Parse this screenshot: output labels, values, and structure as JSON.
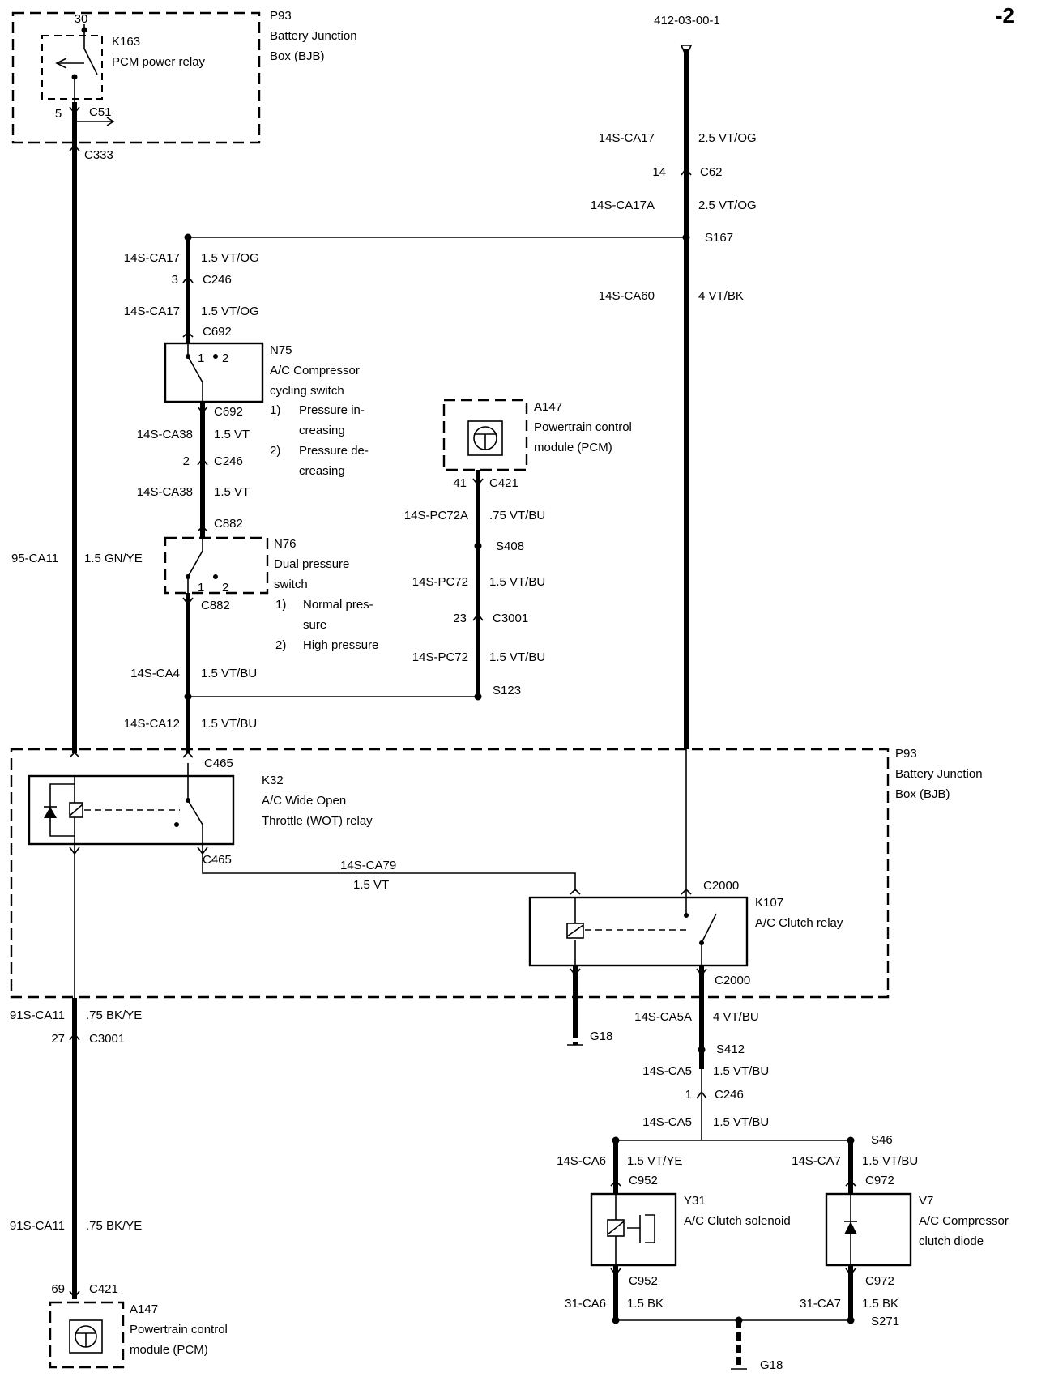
{
  "page_number": "-2",
  "reference": "412-03-00-1",
  "components": {
    "p93_top": {
      "id": "P93",
      "lines": [
        "Battery Junction",
        "Box (BJB)"
      ]
    },
    "k163": {
      "id": "K163",
      "lines": [
        "PCM power relay"
      ],
      "pins": {
        "in": "30",
        "out": "5"
      }
    },
    "n75": {
      "id": "N75",
      "lines": [
        "A/C Compressor",
        "cycling switch"
      ],
      "notes": [
        "1)",
        "Pressure in-",
        "creasing",
        "2)",
        "Pressure de-",
        "creasing"
      ],
      "terminals": [
        "1",
        "2"
      ]
    },
    "n76": {
      "id": "N76",
      "lines": [
        "Dual pressure",
        "switch"
      ],
      "notes": [
        "1)",
        "Normal pres-",
        "sure",
        "2)",
        "High pressure"
      ],
      "terminals": [
        "1",
        "2"
      ]
    },
    "a147_top": {
      "id": "A147",
      "lines": [
        "Powertrain control",
        "module (PCM)"
      ]
    },
    "p93_mid": {
      "id": "P93",
      "lines": [
        "Battery Junction",
        "Box (BJB)"
      ]
    },
    "k32": {
      "id": "K32",
      "lines": [
        "A/C Wide Open",
        "Throttle (WOT) relay"
      ]
    },
    "k107": {
      "id": "K107",
      "lines": [
        "A/C Clutch relay"
      ]
    },
    "y31": {
      "id": "Y31",
      "lines": [
        "A/C Clutch solenoid"
      ]
    },
    "v7": {
      "id": "V7",
      "lines": [
        "A/C Compressor",
        "clutch diode"
      ]
    },
    "a147_bot": {
      "id": "A147",
      "lines": [
        "Powertrain control",
        "module (PCM)"
      ]
    }
  },
  "connectors": {
    "c51": "C51",
    "c333": "C333",
    "c62": "C62",
    "s167": "S167",
    "c246a": "C246",
    "c692a": "C692",
    "c692b": "C692",
    "c246b": "C246",
    "c882a": "C882",
    "c882b": "C882",
    "c421a": "C421",
    "s408": "S408",
    "c3001a": "C3001",
    "s123": "S123",
    "c465a": "C465",
    "c465b": "C465",
    "c2000a": "C2000",
    "c2000b": "C2000",
    "g18a": "G18",
    "c3001b": "C3001",
    "s412": "S412",
    "c246c": "C246",
    "s46": "S46",
    "c952a": "C952",
    "c972a": "C972",
    "c952b": "C952",
    "c972b": "C972",
    "s271": "S271",
    "g18b": "G18",
    "c421b": "C421"
  },
  "pins": {
    "c62": "14",
    "c246a": "3",
    "c246b": "2",
    "c421a": "41",
    "c3001a": "23",
    "c3001b": "27",
    "c246c": "1",
    "c421b": "69"
  },
  "wires": {
    "w1": {
      "circuit": "14S-CA17",
      "spec": "2.5 VT/OG"
    },
    "w2": {
      "circuit": "14S-CA17A",
      "spec": "2.5 VT/OG"
    },
    "w3": {
      "circuit": "14S-CA60",
      "spec": "4 VT/BK"
    },
    "w4": {
      "circuit": "14S-CA17",
      "spec": "1.5 VT/OG"
    },
    "w5": {
      "circuit": "14S-CA17",
      "spec": "1.5 VT/OG"
    },
    "w6": {
      "circuit": "14S-CA38",
      "spec": "1.5 VT"
    },
    "w7": {
      "circuit": "14S-CA38",
      "spec": "1.5 VT"
    },
    "w8": {
      "circuit": "95-CA11",
      "spec": "1.5 GN/YE"
    },
    "w9": {
      "circuit": "14S-CA4",
      "spec": "1.5 VT/BU"
    },
    "w10": {
      "circuit": "14S-CA12",
      "spec": "1.5 VT/BU"
    },
    "w11": {
      "circuit": "14S-PC72A",
      "spec": ".75 VT/BU"
    },
    "w12": {
      "circuit": "14S-PC72",
      "spec": "1.5 VT/BU"
    },
    "w13": {
      "circuit": "14S-PC72",
      "spec": "1.5 VT/BU"
    },
    "w14": {
      "circuit": "14S-CA79",
      "spec": "1.5 VT"
    },
    "w15": {
      "circuit": "91S-CA11",
      "spec": ".75 BK/YE"
    },
    "w16": {
      "circuit": "91S-CA11",
      "spec": ".75 BK/YE"
    },
    "w17": {
      "circuit": "14S-CA5A",
      "spec": "4 VT/BU"
    },
    "w18": {
      "circuit": "14S-CA5",
      "spec": "1.5 VT/BU"
    },
    "w19": {
      "circuit": "14S-CA5",
      "spec": "1.5 VT/BU"
    },
    "w20": {
      "circuit": "14S-CA6",
      "spec": "1.5 VT/YE"
    },
    "w21": {
      "circuit": "14S-CA7",
      "spec": "1.5 VT/BU"
    },
    "w22": {
      "circuit": "31-CA6",
      "spec": "1.5 BK"
    },
    "w23": {
      "circuit": "31-CA7",
      "spec": "1.5 BK"
    }
  }
}
